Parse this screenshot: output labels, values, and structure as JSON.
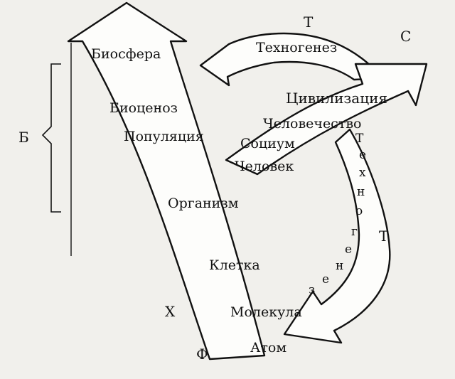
{
  "diagram": {
    "hierarchy_labels": [
      "Биосфера",
      "Биоценоз",
      "Популяция",
      "Организм",
      "Клетка",
      "Молекула",
      "Атом"
    ],
    "social_labels": [
      "Техногенез",
      "Цивилизация",
      "Человечество",
      "Социум",
      "Человек"
    ],
    "side_letters": {
      "biology_bracket": "Б",
      "chemistry": "Х",
      "physics": "Ф",
      "top_t": "Т",
      "top_c": "С",
      "right_t": "Т"
    },
    "vertical_word_letters": [
      "Т",
      "е",
      "х",
      "н",
      "о",
      "г",
      "е",
      "н",
      "е",
      "з"
    ]
  }
}
